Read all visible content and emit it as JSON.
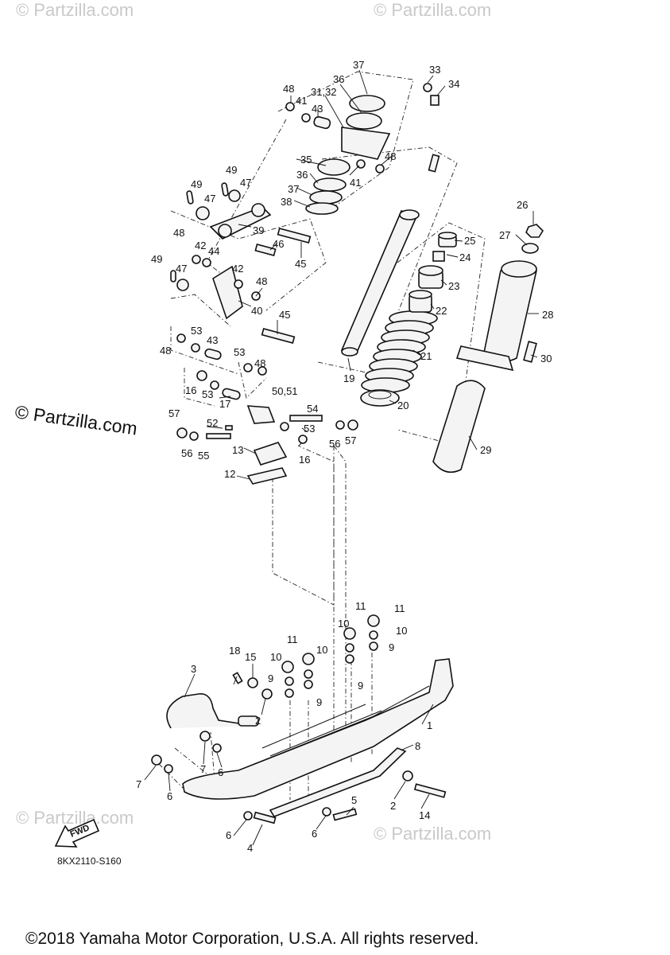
{
  "watermark": {
    "text": "© Partzilla.com"
  },
  "brand_watermark": {
    "text": "© Partzilla.com"
  },
  "diagram_code": "8KX2110-S160",
  "fwd_label": "FWD",
  "copyright": "©2018 Yamaha Motor Corporation, U.S.A. All rights reserved.",
  "callouts": {
    "c37a": "37",
    "c33": "33",
    "c34": "34",
    "c36a": "36",
    "c48a": "48",
    "c3132": "31,32",
    "c41a": "41",
    "c43a": "43",
    "c48b": "48",
    "c35": "35",
    "c41b": "41",
    "c36b": "36",
    "c37b": "37",
    "c38": "38",
    "c49a": "49",
    "c49b": "49",
    "c47a": "47",
    "c47b": "47",
    "c26": "26",
    "c27": "27",
    "c25": "25",
    "c24": "24",
    "c39": "39",
    "c48c": "48",
    "c42a": "42",
    "c44": "44",
    "c46": "46",
    "c45a": "45",
    "c49c": "49",
    "c47c": "47",
    "c42b": "42",
    "c48d": "48",
    "c23": "23",
    "c28": "28",
    "c40": "40",
    "c22": "22",
    "c45b": "45",
    "c53a": "53",
    "c43b": "43",
    "c48e": "48",
    "c30": "30",
    "c21": "21",
    "c53b": "53",
    "c48f": "48",
    "c16a": "16",
    "c53c": "53",
    "c19": "19",
    "c5051": "50,51",
    "c17": "17",
    "c54": "54",
    "c20": "20",
    "c57a": "57",
    "c52": "52",
    "c53d": "53",
    "c56a": "56",
    "c55": "55",
    "c56b": "56",
    "c57b": "57",
    "c29": "29",
    "c13": "13",
    "c16b": "16",
    "c12": "12",
    "c11a": "11",
    "c11b": "11",
    "c10a": "10",
    "c10b": "10",
    "c9a": "9",
    "c18": "18",
    "c15": "15",
    "c11c": "11",
    "c10c": "10",
    "c10d": "10",
    "c9b": "9",
    "c9c": "9",
    "c9d": "9",
    "c3": "3",
    "c2a": "2",
    "c1": "1",
    "c8": "8",
    "c7a": "7",
    "c6a": "6",
    "c7b": "7",
    "c6b": "6",
    "c5": "5",
    "c2b": "2",
    "c14": "14",
    "c6c": "6",
    "c6d": "6",
    "c4": "4"
  }
}
